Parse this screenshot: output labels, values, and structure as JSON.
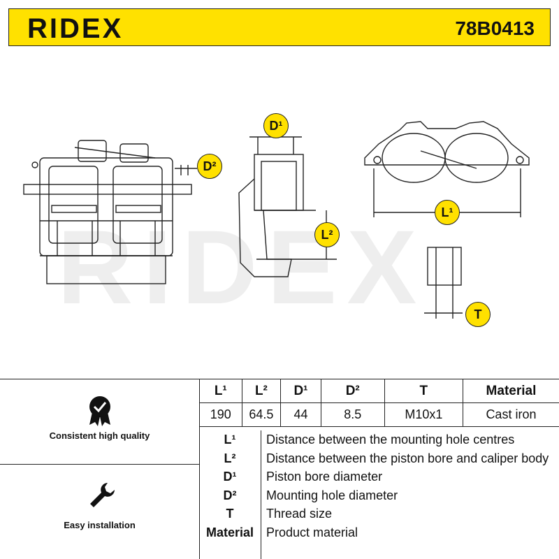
{
  "brand": "RIDEX",
  "part_number": "78B0413",
  "watermark": "RIDEX",
  "markers": {
    "d1": "D¹",
    "d2": "D²",
    "l1": "L¹",
    "l2": "L²",
    "t": "T"
  },
  "features": [
    {
      "label": "Consistent high quality",
      "icon": "quality-badge-icon"
    },
    {
      "label": "Easy installation",
      "icon": "wrench-icon"
    }
  ],
  "spec_table": {
    "headers": [
      "L¹",
      "L²",
      "D¹",
      "D²",
      "T",
      "Material"
    ],
    "values": [
      "190",
      "64.5",
      "44",
      "8.5",
      "M10x1",
      "Cast iron"
    ]
  },
  "legend": [
    {
      "key": "L¹",
      "desc": "Distance between the mounting hole centres"
    },
    {
      "key": "L²",
      "desc": "Distance between the piston bore and caliper body"
    },
    {
      "key": "D¹",
      "desc": "Piston bore diameter"
    },
    {
      "key": "D²",
      "desc": "Mounting hole diameter"
    },
    {
      "key": "T",
      "desc": "Thread size"
    },
    {
      "key": "Material",
      "desc": "Product material"
    }
  ],
  "colors": {
    "accent": "#FFE100",
    "line": "#222222"
  }
}
